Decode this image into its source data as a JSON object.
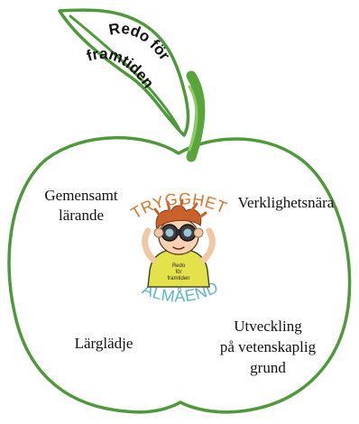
{
  "leaf": {
    "line1": "Redo för",
    "line2": "framtiden"
  },
  "center": {
    "top_word": "TRYGGHET",
    "bottom_word": "VÄLMÅENDE",
    "mascot_shirt_line1": "Redo",
    "mascot_shirt_line2": "för",
    "mascot_shirt_line3": "framtiden"
  },
  "labels": {
    "gemensamt": "Gemensamt\nlärande",
    "verklighet": "Verklighetsnära",
    "larg": "Lärglädje",
    "utveckling": "Utveckling\npå vetenskaplig\ngrund"
  },
  "colors": {
    "apple_outline": "#4e9a3a",
    "trygghet": "#d9762b",
    "valmaende": "#5cb7c9"
  }
}
